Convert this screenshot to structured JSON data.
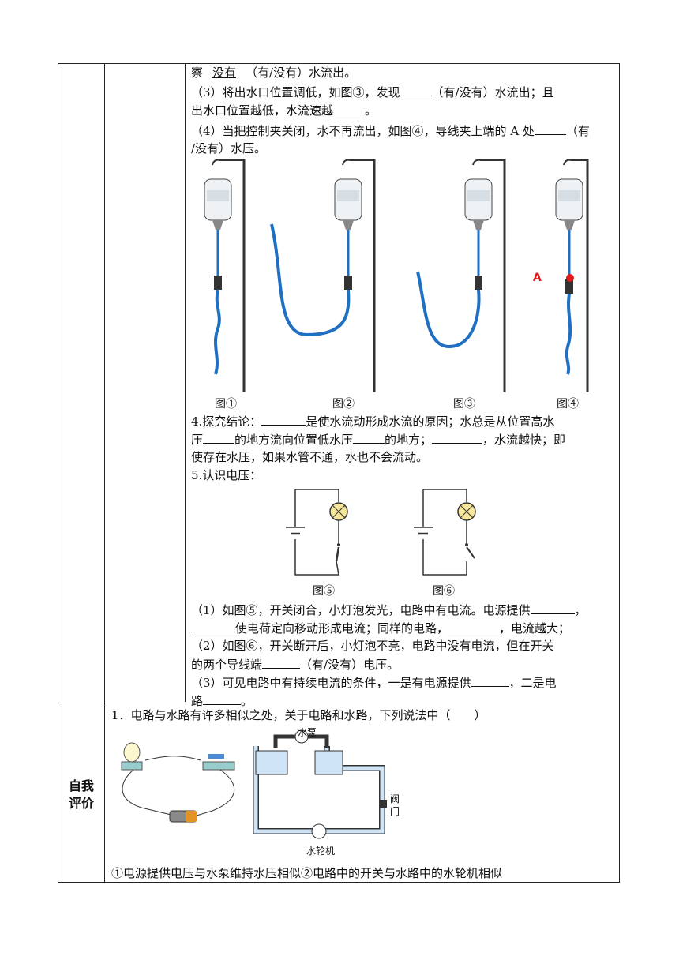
{
  "section1": {
    "line1_pre": "察",
    "line1_fill": "没有",
    "line1_post": "（有/没有）水流出。",
    "item3_a": "（3）将出水口位置调低，如图③，发现",
    "item3_b": "（有/没有）水流出；且",
    "item3_c": "出水口位置越低，水流速越",
    "item3_d": "。",
    "item4_a": "（4）当把控制夹关闭，水不再流出，如图④，导线夹上端的 A 处",
    "item4_b": "（有",
    "item4_c": "/没有）水压。"
  },
  "figures_top": {
    "captions": [
      "图①",
      "图②",
      "图③",
      "图④"
    ],
    "point_label": "A"
  },
  "conclusion": {
    "l1_a": "4.探究结论：",
    "l1_b": "是使水流动形成水流的原因；水总是从位置高水",
    "l2_a": "压",
    "l2_b": "的地方流向位置低水压",
    "l2_c": "的地方；",
    "l2_d": "，水流越快；即",
    "l3": "使存在水压，如果水管不通，水也不会流动。",
    "l4": "5.认识电压："
  },
  "circuits": {
    "captions": [
      "图⑤",
      "图⑥"
    ]
  },
  "voltage": {
    "q1_a": "（1）如图⑤，开关闭合，小灯泡发光，电路中有电流。电源提供",
    "q1_b": "，",
    "q1_c": "使电荷定向移动形成电流；同样的电路，",
    "q1_d": "，电流越大；",
    "q2_a": "（2）如图⑥，开关断开后，小灯泡不亮，电路中没有电流，但在开关",
    "q2_b": "的两个导线端",
    "q2_c": "（有/没有）电压。",
    "q3_a": "（3）可见电路中有持续电流的条件，一是有电源提供",
    "q3_b": "，二是电",
    "q3_c": "路",
    "q3_d": "。"
  },
  "self_eval": {
    "label_line1": "自我",
    "label_line2": "评价",
    "question": "1．电路与水路有许多相似之处，关于电路和水路，下列说法中（　　）",
    "pump_label": "水泵",
    "turbine_label": "水轮机",
    "valve_label_1": "阀",
    "valve_label_2": "门",
    "statement": "①电源提供电压与水泵维持水压相似②电路中的开关与水路中的水轮机相似"
  }
}
